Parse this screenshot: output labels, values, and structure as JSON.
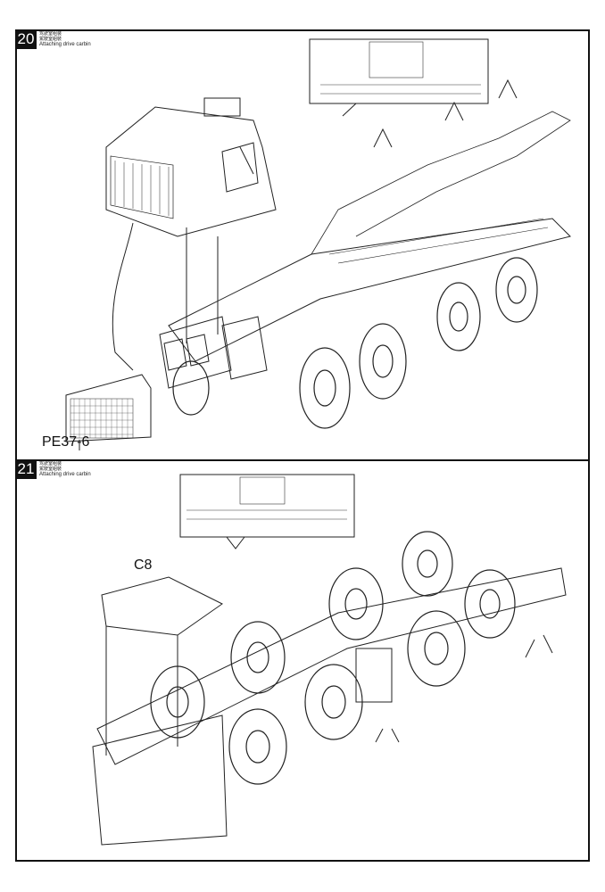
{
  "steps": [
    {
      "number": "20",
      "caption_cn_simplified": "驾驶室组装",
      "caption_cn_traditional": "駕駛室組裝",
      "caption_en": "Attaching drive carbin",
      "part_labels": [
        "PE37-6"
      ]
    },
    {
      "number": "21",
      "caption_cn_simplified": "驾驶室组装",
      "caption_cn_traditional": "駕駛室組裝",
      "caption_en": "Attaching drive carbin",
      "part_labels": [
        "C8"
      ]
    }
  ]
}
